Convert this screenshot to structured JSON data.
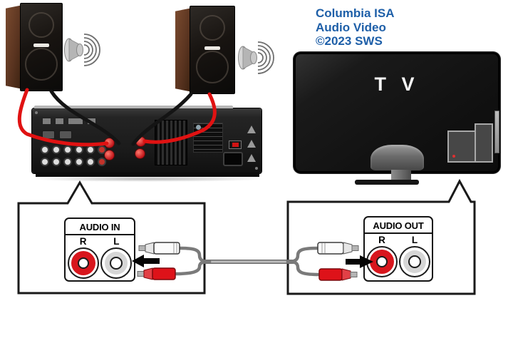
{
  "credit": {
    "lines": [
      "Columbia ISA",
      "Audio Video",
      "©2023 SWS"
    ],
    "color": "#1e5fa8"
  },
  "tv": {
    "label": "T V"
  },
  "callouts": {
    "amp_input": {
      "title": "AUDIO IN",
      "jacks": [
        {
          "label": "R",
          "color": "#d8161d"
        },
        {
          "label": "L",
          "color": "#d6d6d6"
        }
      ]
    },
    "tv_output": {
      "title": "AUDIO OUT",
      "jacks": [
        {
          "label": "R",
          "color": "#d8161d"
        },
        {
          "label": "L",
          "color": "#d6d6d6"
        }
      ]
    }
  },
  "icons": {
    "sound_waves_left": "speaker-sound-waves",
    "sound_waves_right": "speaker-sound-waves",
    "arrow_into_amp": "arrow-left",
    "arrow_into_tv_jacks": "arrow-right"
  },
  "colors": {
    "rca_red": "#d8161d",
    "wire_red": "#e01212",
    "wire_black": "#141414",
    "cable_gray": "#9a9a9a",
    "outline_black": "#1a1a1a"
  }
}
